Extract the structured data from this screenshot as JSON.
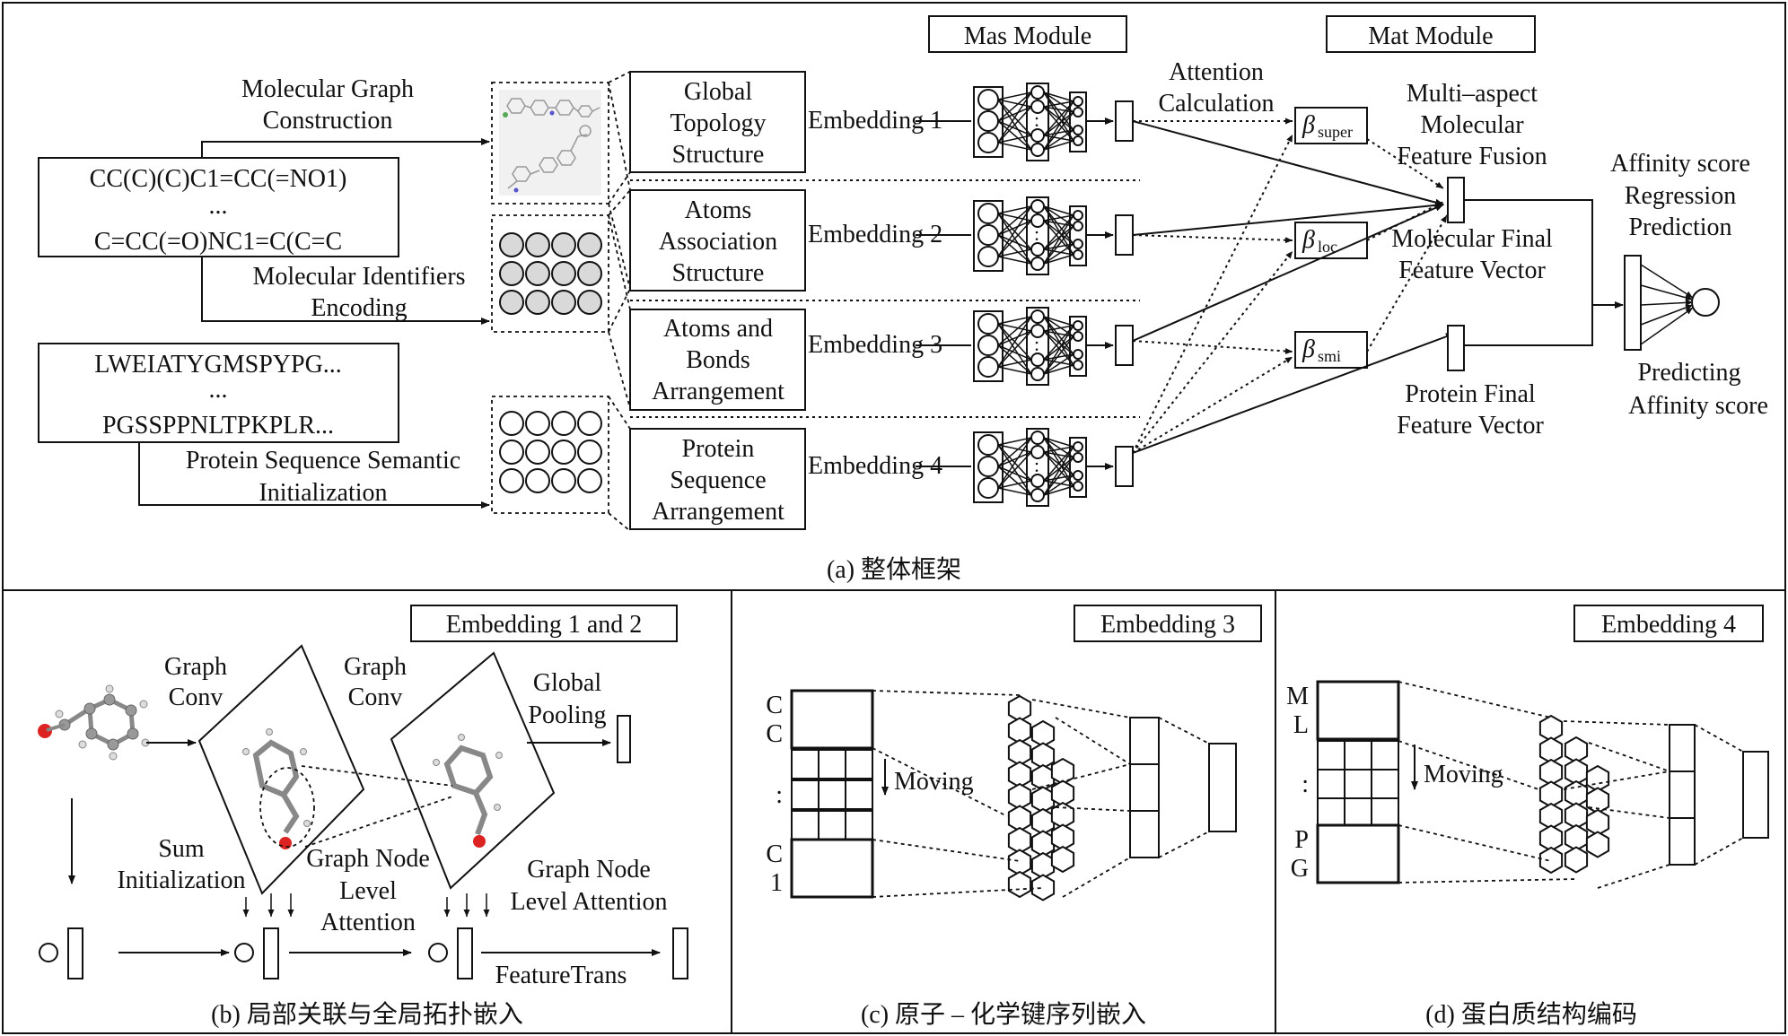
{
  "overall": {
    "caption": "(a) 整体框架",
    "mas_module": "Mas Module",
    "mat_module": "Mat Module",
    "smiles": [
      "CC(C)(C)C1=CC(=NO1)",
      "...",
      "C=CC(=O)NC1=C(C=C"
    ],
    "protein_seq": [
      "LWEIATYGMSPYPG...",
      "...",
      "PGSSPPNLTPKPLR..."
    ],
    "arrow_labels": {
      "graph_construction": [
        "Molecular Graph",
        "Construction"
      ],
      "identifier_encoding": [
        "Molecular Identifiers",
        "Encoding"
      ],
      "protein_init": [
        "Protein Sequence Semantic",
        "Initialization"
      ]
    },
    "structures": [
      [
        "Global",
        "Topology",
        "Structure"
      ],
      [
        "Atoms",
        "Association",
        "Structure"
      ],
      [
        "Atoms and",
        "Bonds",
        "Arrangement"
      ],
      [
        "Protein",
        "Sequence",
        "Arrangement"
      ]
    ],
    "embeddings": [
      "Embedding 1",
      "Embedding 2",
      "Embedding 3",
      "Embedding 4"
    ],
    "attention": [
      "Attention",
      "Calculation"
    ],
    "betas": [
      {
        "symbol": "β",
        "sub": "super"
      },
      {
        "symbol": "β",
        "sub": "loc"
      },
      {
        "symbol": "β",
        "sub": "smi"
      }
    ],
    "fusion": [
      "Multi–aspect",
      "Molecular",
      "Feature Fusion"
    ],
    "mol_final": [
      "Molecular Final",
      "Feature Vector"
    ],
    "prot_final": [
      "Protein Final",
      "Feature Vector"
    ],
    "regression": [
      "Affinity score",
      "Regression",
      "Prediction"
    ],
    "predicting": [
      "Predicting",
      "Affinity score"
    ]
  },
  "panel_b": {
    "caption": "(b) 局部关联与全局拓扑嵌入",
    "title": "Embedding 1 and 2",
    "graph_conv_1": [
      "Graph",
      "Conv"
    ],
    "graph_conv_2": [
      "Graph",
      "Conv"
    ],
    "global_pooling": [
      "Global",
      "Pooling"
    ],
    "sum_init": [
      "Sum",
      "Initialization"
    ],
    "node_attention_1": [
      "Graph Node",
      "Level",
      "Attention"
    ],
    "node_attention_2": [
      "Graph Node",
      "Level Attention"
    ],
    "feature_trans": "FeatureTrans"
  },
  "panel_c": {
    "caption": "(c) 原子 – 化学键序列嵌入",
    "title": "Embedding 3",
    "moving": "Moving",
    "row_labels": [
      "C",
      "C",
      "",
      ":",
      "",
      "C",
      "1"
    ]
  },
  "panel_d": {
    "caption": "(d) 蛋白质结构编码",
    "title": "Embedding 4",
    "moving": "Moving",
    "row_labels": [
      "M",
      "L",
      "",
      ":",
      "",
      "P",
      "G"
    ]
  }
}
